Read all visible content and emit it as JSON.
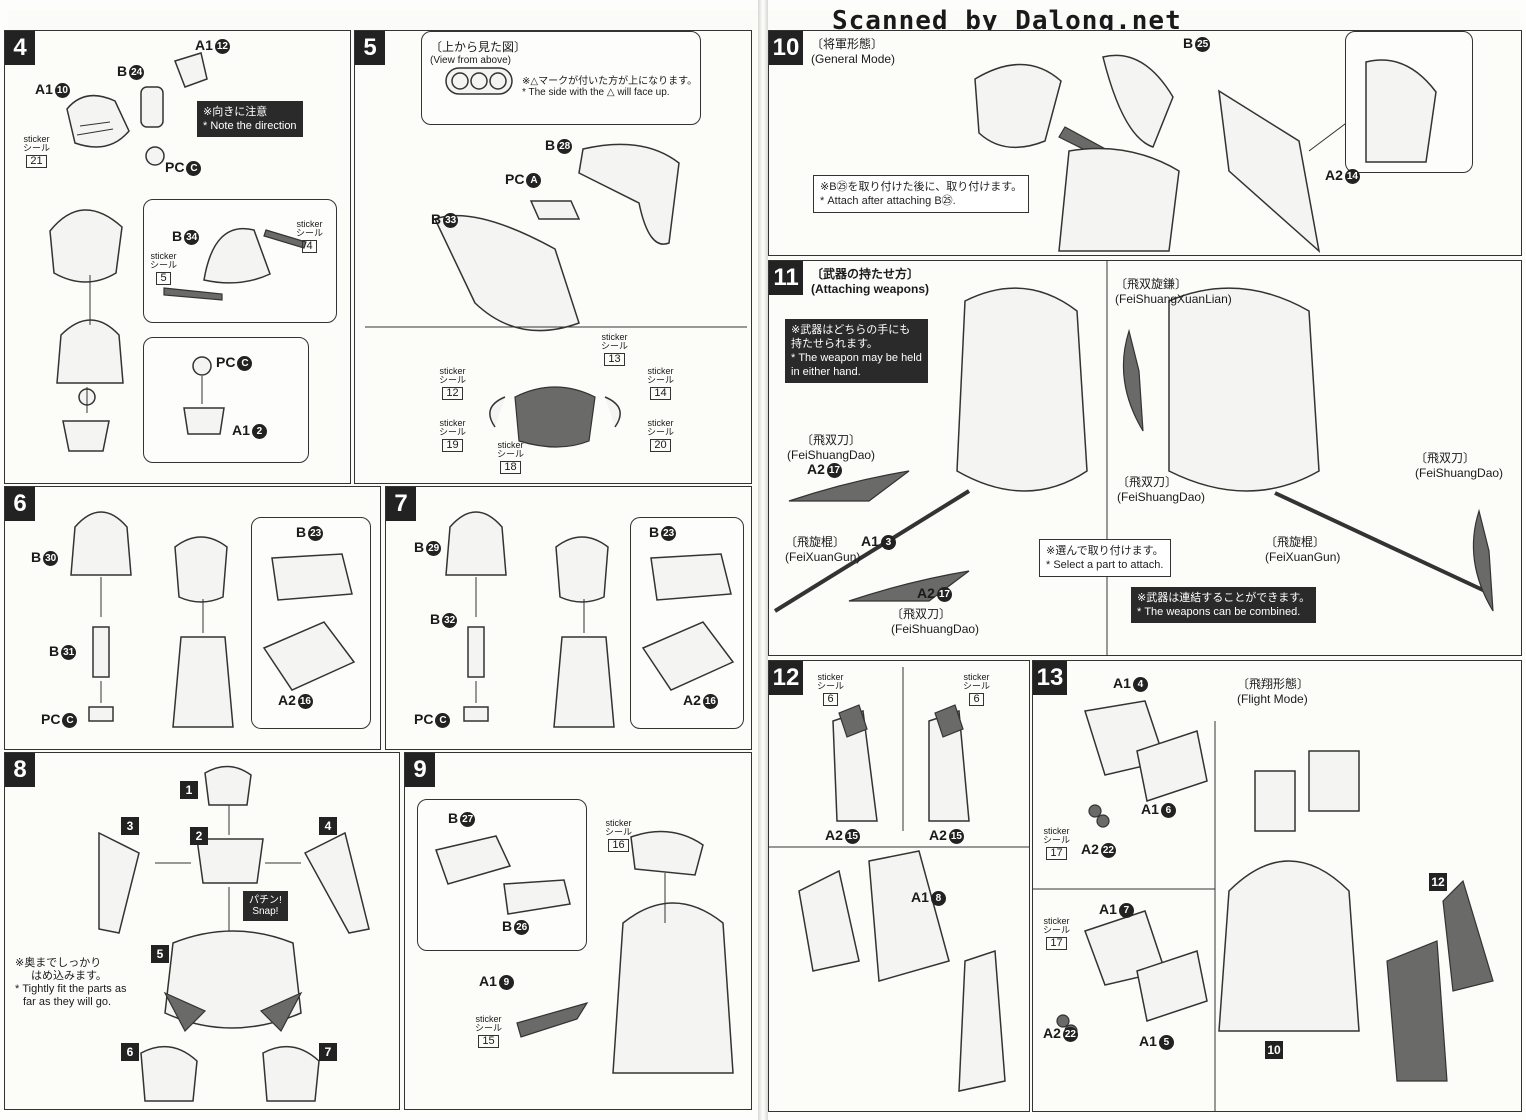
{
  "watermark": "Scanned by Dalong.net",
  "steps": {
    "s4": {
      "num": "4",
      "labels": {
        "a1_12": "A1",
        "b24": "B",
        "a1_10": "A1",
        "pcc": "PC",
        "b34": "B",
        "pcc2": "PC",
        "a1_2": "A1"
      },
      "circles": {
        "a1_12": "12",
        "b24": "24",
        "a1_10": "10",
        "pcc": "C",
        "b34": "34",
        "pcc2": "C",
        "a1_2": "2"
      },
      "note_jp": "※向きに注意",
      "note_en": "* Note the direction",
      "stickers": {
        "s21": "21",
        "s4": "4",
        "s5": "5"
      }
    },
    "s5": {
      "num": "5",
      "view_jp": "〔上から見た図〕",
      "view_en": "(View from above)",
      "mark_jp": "※△マークが付いた方が上になります。",
      "mark_en": "* The side with the △ will face up.",
      "labels": {
        "pca": "PC",
        "b28": "B",
        "b33": "B"
      },
      "circles": {
        "pca": "A",
        "b28": "28",
        "b33": "33"
      },
      "stickers": {
        "s13": "13",
        "s12": "12",
        "s14": "14",
        "s19": "19",
        "s20": "20",
        "s18": "18"
      }
    },
    "s6": {
      "num": "6",
      "labels": {
        "b30": "B",
        "b31": "B",
        "pcc": "PC",
        "b23": "B",
        "a2_16": "A2"
      },
      "circles": {
        "b30": "30",
        "b31": "31",
        "pcc": "C",
        "b23": "23",
        "a2_16": "16"
      }
    },
    "s7": {
      "num": "7",
      "labels": {
        "b29": "B",
        "b32": "B",
        "pcc": "PC",
        "b23": "B",
        "a2_16": "A2"
      },
      "circles": {
        "b29": "29",
        "b32": "32",
        "pcc": "C",
        "b23": "23",
        "a2_16": "16"
      }
    },
    "s8": {
      "num": "8",
      "parts": [
        "1",
        "2",
        "3",
        "4",
        "5",
        "6",
        "7"
      ],
      "snap_jp": "パチン!",
      "snap_en": "Snap!",
      "note_jp1": "※奥までしっかり",
      "note_jp2": "はめ込みます。",
      "note_en1": "* Tightly fit the parts as",
      "note_en2": "far as they will go."
    },
    "s9": {
      "num": "9",
      "labels": {
        "b27": "B",
        "b26": "B",
        "a1_9": "A1"
      },
      "circles": {
        "b27": "27",
        "b26": "26",
        "a1_9": "9"
      },
      "stickers": {
        "s16": "16",
        "s15": "15"
      }
    },
    "s10": {
      "num": "10",
      "mode_jp": "〔将軍形態〕",
      "mode_en": "(General Mode)",
      "labels": {
        "b25": "B",
        "a2_14": "A2"
      },
      "circles": {
        "b25": "25",
        "a2_14": "14"
      },
      "note_jp": "※B㉕を取り付けた後に、取り付けます。",
      "note_en": "* Attach after attaching B㉕."
    },
    "s11": {
      "num": "11",
      "title_jp": "〔武器の持たせ方〕",
      "title_en": "(Attaching weapons)",
      "note1_jp1": "※武器はどちらの手にも",
      "note1_jp2": "持たせられます。",
      "note1_en1": "* The weapon may be held",
      "note1_en2": "in either hand.",
      "dao_jp": "〔飛双刀〕",
      "dao_en": "(FeiShuangDao)",
      "a2_17": "A2",
      "c17": "17",
      "a1_3": "A1",
      "c3": "3",
      "gun_jp": "〔飛旋棍〕",
      "gun_en": "(FeiXuanGun)",
      "note2_jp": "※選んで取り付けます。",
      "note2_en": "* Select a part to attach.",
      "lian_jp": "〔飛双旋鎌〕",
      "lian_en": "(FeiShuangXuanLian)",
      "note3_jp": "※武器は連結することができます。",
      "note3_en": "* The weapons can be combined."
    },
    "s12": {
      "num": "12",
      "stickers": {
        "s6a": "6",
        "s6b": "6"
      },
      "labels": {
        "a2_15a": "A2",
        "a2_15b": "A2",
        "a1_8": "A1"
      },
      "circles": {
        "a2_15a": "15",
        "a2_15b": "15",
        "a1_8": "8"
      }
    },
    "s13": {
      "num": "13",
      "mode_jp": "〔飛翔形態〕",
      "mode_en": "(Flight Mode)",
      "labels": {
        "a1_4": "A1",
        "a1_6": "A1",
        "a2_22a": "A2",
        "a1_7": "A1",
        "a2_22b": "A2",
        "a1_5": "A1"
      },
      "circles": {
        "a1_4": "4",
        "a1_6": "6",
        "a2_22a": "22",
        "a1_7": "7",
        "a2_22b": "22",
        "a1_5": "5"
      },
      "stickers": {
        "s17a": "17",
        "s17b": "17"
      },
      "parts": {
        "p12": "12",
        "p10": "10"
      }
    }
  },
  "sticker_word1": "sticker",
  "sticker_word2": "シール"
}
